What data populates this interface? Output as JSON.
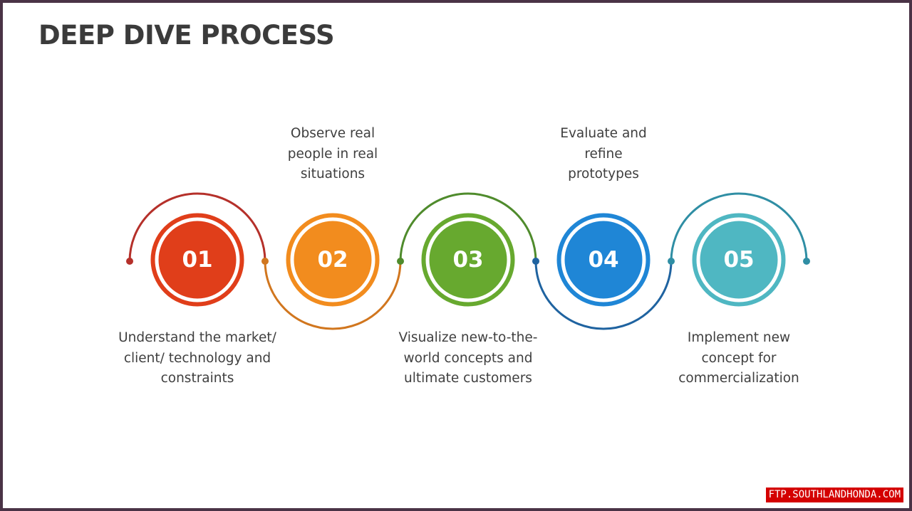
{
  "title": "DEEP DIVE PROCESS",
  "steps": [
    {
      "number": "01",
      "color": "#e03e1a",
      "caption": "Understand the market/\nclient/ technology and\nconstraints"
    },
    {
      "number": "02",
      "color": "#f28c1e",
      "caption": "Observe real\npeople in real\nsituations"
    },
    {
      "number": "03",
      "color": "#67a92f",
      "caption": "Visualize new-to-the-\nworld concepts and\nultimate customers"
    },
    {
      "number": "04",
      "color": "#1f86d6",
      "caption": "Evaluate and\nrefine\nprototypes"
    },
    {
      "number": "05",
      "color": "#4fb7c2",
      "caption": "Implement new\nconcept for\ncommercialization"
    }
  ],
  "arc_colors": [
    "#b5302a",
    "#d1761e",
    "#4f8b2c",
    "#1f63a0",
    "#2f8ea4"
  ],
  "footer": "FTP.SOUTHLANDHONDA.COM"
}
